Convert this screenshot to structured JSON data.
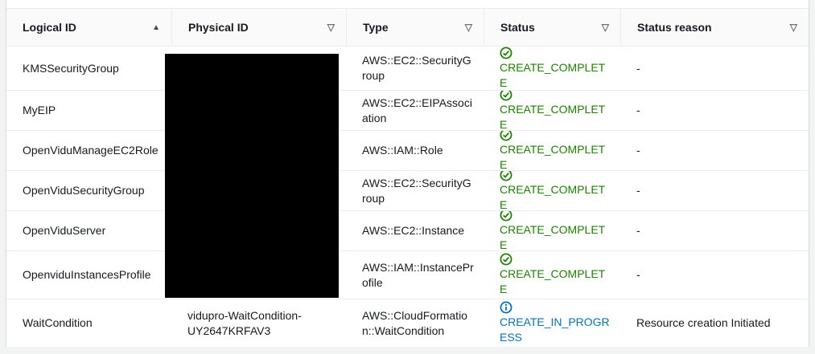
{
  "table": {
    "columns": [
      {
        "label": "Logical ID",
        "sort": "ascending"
      },
      {
        "label": "Physical ID",
        "filterable": true
      },
      {
        "label": "Type",
        "filterable": true
      },
      {
        "label": "Status",
        "filterable": true
      },
      {
        "label": "Status reason",
        "filterable": true
      }
    ],
    "rows": [
      {
        "logical_id": "KMSSecurityGroup",
        "physical_id": "",
        "physical_id_redacted": true,
        "type": "AWS::EC2::SecurityGroup",
        "status": "CREATE_COMPLETE",
        "status_kind": "success",
        "status_reason": "-"
      },
      {
        "logical_id": "MyEIP",
        "physical_id": "",
        "physical_id_redacted": true,
        "type": "AWS::EC2::EIPAssociation",
        "status": "CREATE_COMPLETE",
        "status_kind": "success",
        "status_reason": "-"
      },
      {
        "logical_id": "OpenViduManageEC2Role",
        "physical_id": "",
        "physical_id_redacted": true,
        "type": "AWS::IAM::Role",
        "status": "CREATE_COMPLETE",
        "status_kind": "success",
        "status_reason": "-"
      },
      {
        "logical_id": "OpenViduSecurityGroup",
        "physical_id": "",
        "physical_id_redacted": true,
        "type": "AWS::EC2::SecurityGroup",
        "status": "CREATE_COMPLETE",
        "status_kind": "success",
        "status_reason": "-"
      },
      {
        "logical_id": "OpenViduServer",
        "physical_id": "",
        "physical_id_redacted": true,
        "type": "AWS::EC2::Instance",
        "status": "CREATE_COMPLETE",
        "status_kind": "success",
        "status_reason": "-"
      },
      {
        "logical_id": "OpenviduInstancesProfile",
        "physical_id": "",
        "physical_id_redacted": true,
        "type": "AWS::IAM::InstanceProfile",
        "status": "CREATE_COMPLETE",
        "status_kind": "success",
        "status_reason": "-"
      },
      {
        "logical_id": "WaitCondition",
        "physical_id": "vidupro-WaitCondition-UY2647KRFAV3",
        "physical_id_redacted": false,
        "type": "AWS::CloudFormation::WaitCondition",
        "status": "CREATE_IN_PROGRESS",
        "status_kind": "in-progress",
        "status_reason": "Resource creation Initiated"
      }
    ]
  },
  "icons": {
    "sort_ascending": "▲",
    "filter": "▽",
    "success": "check-circle-icon",
    "in_progress": "info-circle-icon"
  },
  "colors": {
    "success": "#1d8102",
    "in_progress": "#0073bb",
    "header_bg": "#fafafa",
    "row_border": "#eaeded",
    "card_border": "#d5dbdb",
    "page_bg": "#f2f3f3",
    "text": "#16191f"
  }
}
